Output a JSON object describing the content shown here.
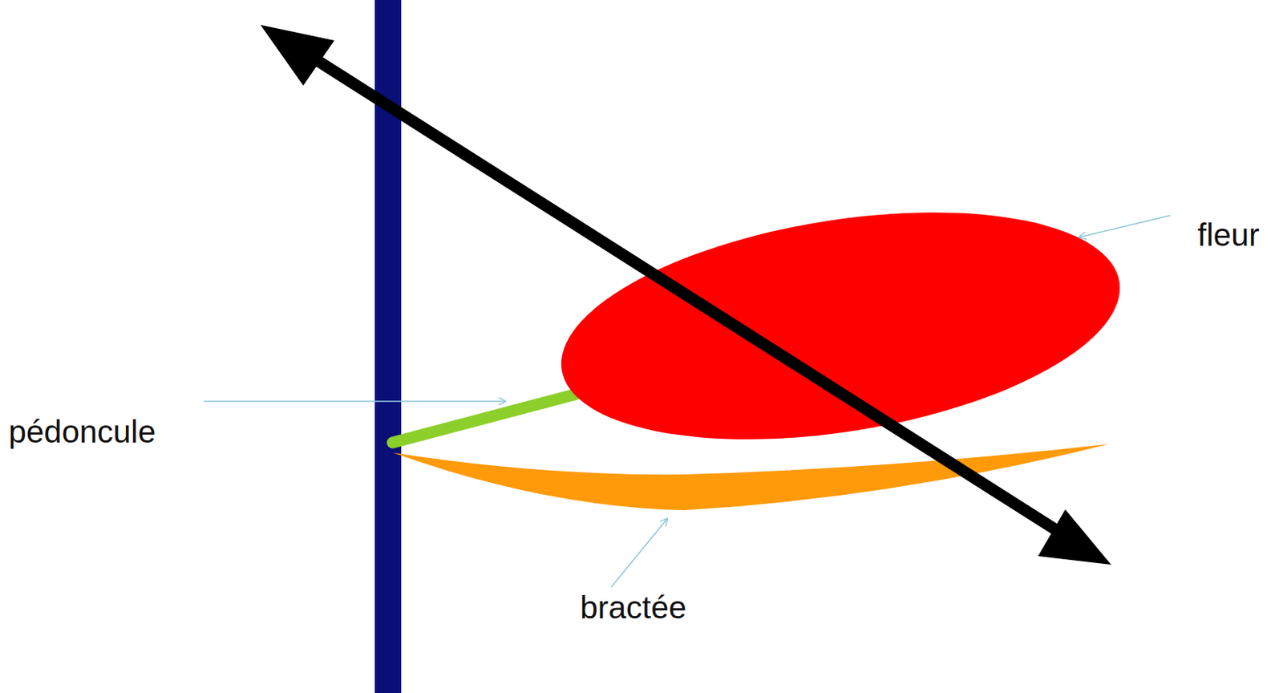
{
  "diagram": {
    "labels": [
      "fleur",
      "pédoncule",
      "bractée"
    ]
  }
}
